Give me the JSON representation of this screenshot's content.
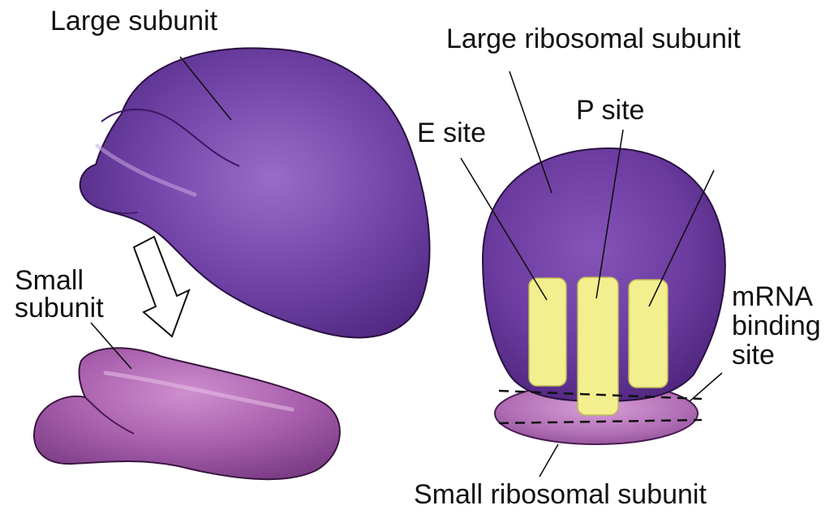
{
  "labels": {
    "large_subunit": "Large subunit",
    "small_subunit_line1": "Small",
    "small_subunit_line2": "subunit",
    "large_ribosomal_subunit": "Large ribosomal subunit",
    "e_site": "E site",
    "p_site": "P site",
    "mrna_line1": "mRNA",
    "mrna_line2": "binding",
    "mrna_line3": "site",
    "small_ribosomal_subunit": "Small ribosomal subunit"
  },
  "colors": {
    "large_subunit": "#6a3a9e",
    "small_subunit": "#a45aa6",
    "site_fill": "#f3ef8e",
    "line": "#111111"
  }
}
